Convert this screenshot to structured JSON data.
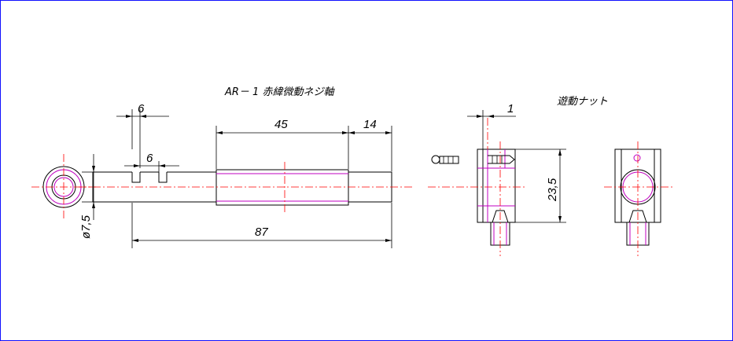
{
  "titles": {
    "shaft": "AR－ 1 赤緯微動ネジ軸",
    "nut": "遊動ナット"
  },
  "dimensions": {
    "groove_width": "6",
    "groove_depth": "6",
    "thread_length": "45",
    "end_length": "14",
    "total_length": "87",
    "diameter": "ø7,5",
    "nut_offset": "1",
    "nut_height": "23,5"
  },
  "colors": {
    "outline": "#000000",
    "hidden": "#c000c0",
    "centerline": "#ff0000",
    "border": "#1010ff"
  }
}
